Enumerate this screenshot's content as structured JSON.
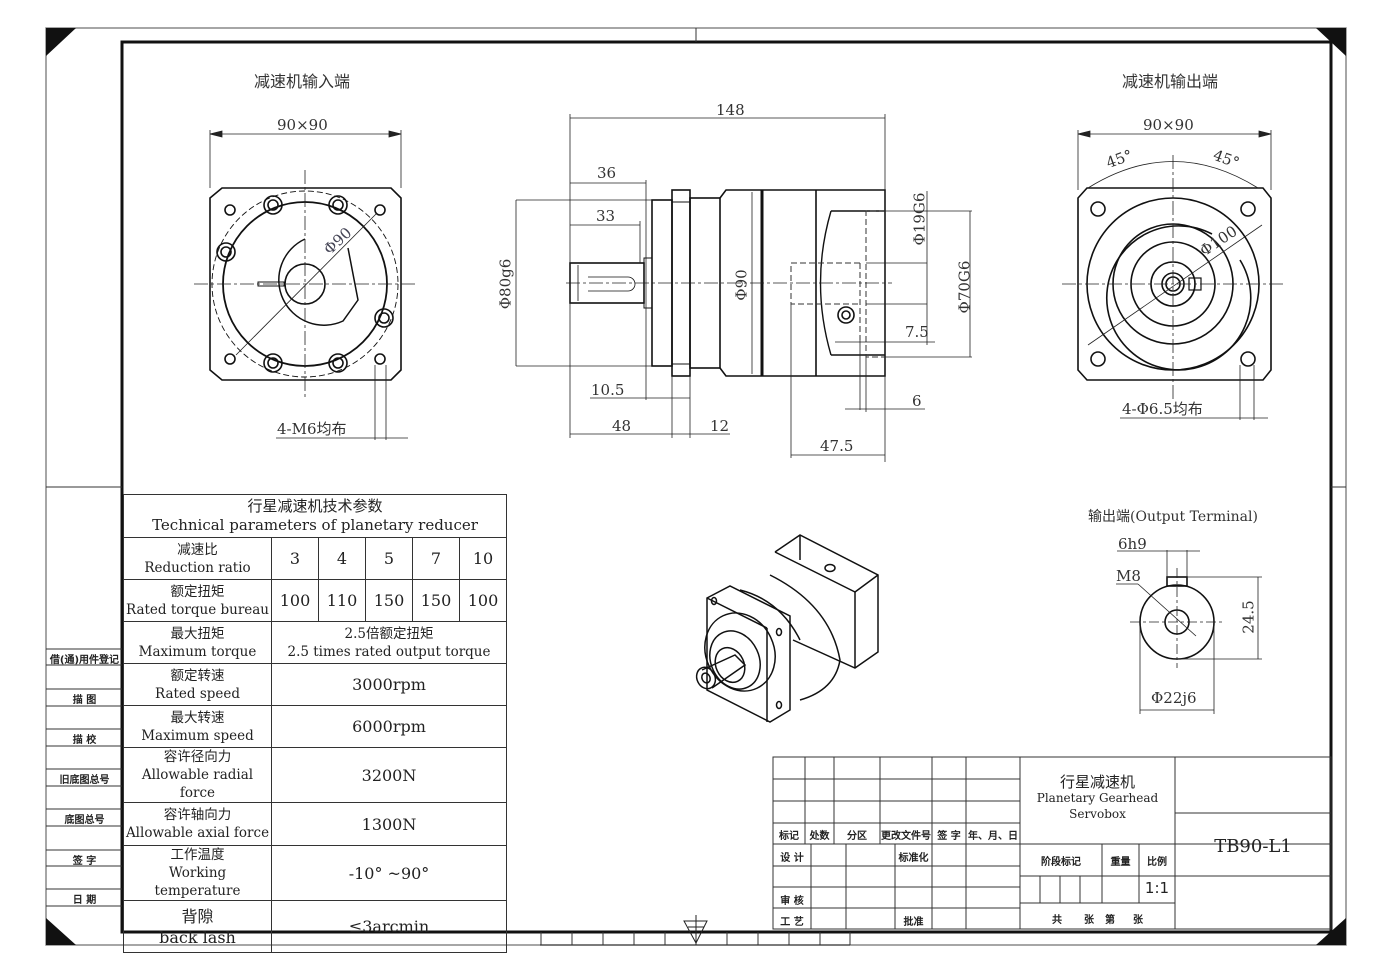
{
  "views": {
    "input_end": {
      "title": "减速机输入端",
      "square_dim": "90×90",
      "bolt_circle": "Φ90",
      "holes_note": "4-M6均布"
    },
    "side_view": {
      "overall_length": "148",
      "dim_36": "36",
      "dim_33": "33",
      "pilot_dia": "Φ80g6",
      "body_dia": "Φ90",
      "dim_10_5": "10.5",
      "dim_48": "48",
      "dim_12": "12",
      "bore_dia": "Φ19G6",
      "bore_pilot": "Φ70G6",
      "dim_7_5": "7.5",
      "dim_6": "6",
      "dim_47_5": "47.5"
    },
    "output_end": {
      "title": "减速机输出端",
      "square_dim": "90×90",
      "angle_left": "45°",
      "angle_right": "45°",
      "bolt_circle": "Φ100",
      "holes_note": "4-Φ6.5均布"
    },
    "output_terminal": {
      "title": "输出端(Output Terminal)",
      "key_width": "6h9",
      "thread": "M8",
      "key_height": "24.5",
      "shaft_dia": "Φ22j6"
    }
  },
  "spec_table": {
    "title_cn": "行星减速机技术参数",
    "title_en": "Technical parameters of planetary reducer",
    "rows": [
      {
        "cn": "减速比",
        "en": "Reduction ratio",
        "values": [
          "3",
          "4",
          "5",
          "7",
          "10"
        ]
      },
      {
        "cn": "额定扭矩",
        "en": "Rated torque bureau",
        "values": [
          "100",
          "110",
          "150",
          "150",
          "100"
        ]
      },
      {
        "cn": "最大扭矩",
        "en": "Maximum torque",
        "value_cn": "2.5倍额定扭矩",
        "value_en": "2.5 times rated output torque"
      },
      {
        "cn": "额定转速",
        "en": "Rated speed",
        "value": "3000rpm"
      },
      {
        "cn": "最大转速",
        "en": "Maximum speed",
        "value": "6000rpm"
      },
      {
        "cn": "容许径向力",
        "en": "Allowable radial force",
        "value": "3200N"
      },
      {
        "cn": "容许轴向力",
        "en": "Allowable axial force",
        "value": "1300N"
      },
      {
        "cn": "工作温度",
        "en": "Working temperature",
        "value": "-10° ~90°"
      },
      {
        "cn": "背隙",
        "en": "back lash",
        "value": "≤3arcmin"
      }
    ]
  },
  "left_strip": [
    "借(通)用件登记",
    "描 图",
    "描 校",
    "旧底图总号",
    "底图总号",
    "签 字",
    "日 期"
  ],
  "title_block": {
    "rev_headers": [
      "标记",
      "处数",
      "分区",
      "更改文件号",
      "签 字",
      "年、月、日"
    ],
    "roles": {
      "design": "设 计",
      "standard": "标准化",
      "review": "审 核",
      "process": "工 艺",
      "approve": "批准"
    },
    "stage_mark": "阶段标记",
    "weight": "重量",
    "scale_label": "比例",
    "scale": "1:1",
    "sheets": [
      "共",
      "张",
      "第",
      "张"
    ],
    "name_cn": "行星减速机",
    "name_en1": "Planetary Gearhead",
    "name_en2": "Servobox",
    "drawing_no": "TB90-L1"
  }
}
